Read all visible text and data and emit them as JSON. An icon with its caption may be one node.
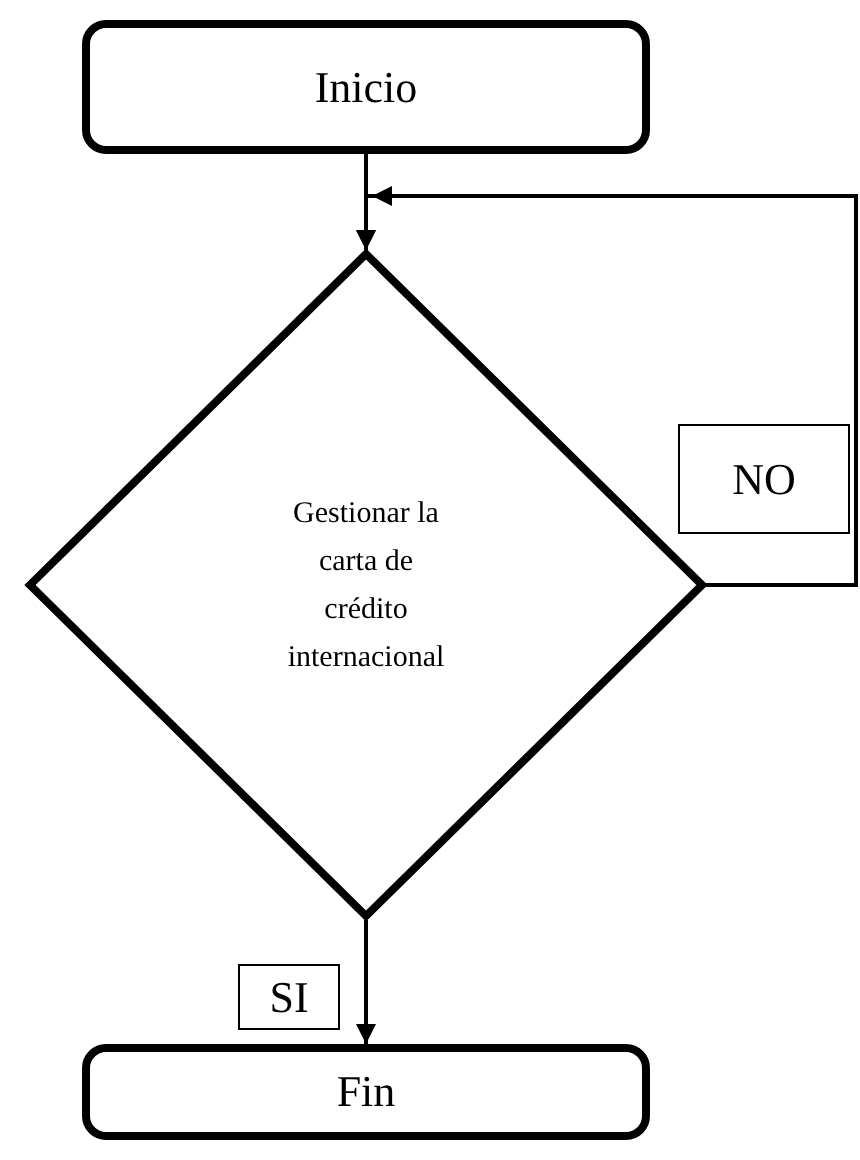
{
  "diagram": {
    "nodes": [
      {
        "text": [
          "Inicio"
        ]
      },
      {
        "text": [
          "Gestionar la carta de crédito internacional"
        ]
      },
      {
        "text": [
          "Fin"
        ]
      }
    ],
    "edges": [
      {
        "from": 0,
        "to": 1,
        "arrow": "to"
      },
      {
        "from": 1,
        "to": 1,
        "label": "NO",
        "arrow": "to"
      },
      {
        "from": 1,
        "to": 2,
        "label": "SI",
        "arrow": "to"
      }
    ]
  }
}
